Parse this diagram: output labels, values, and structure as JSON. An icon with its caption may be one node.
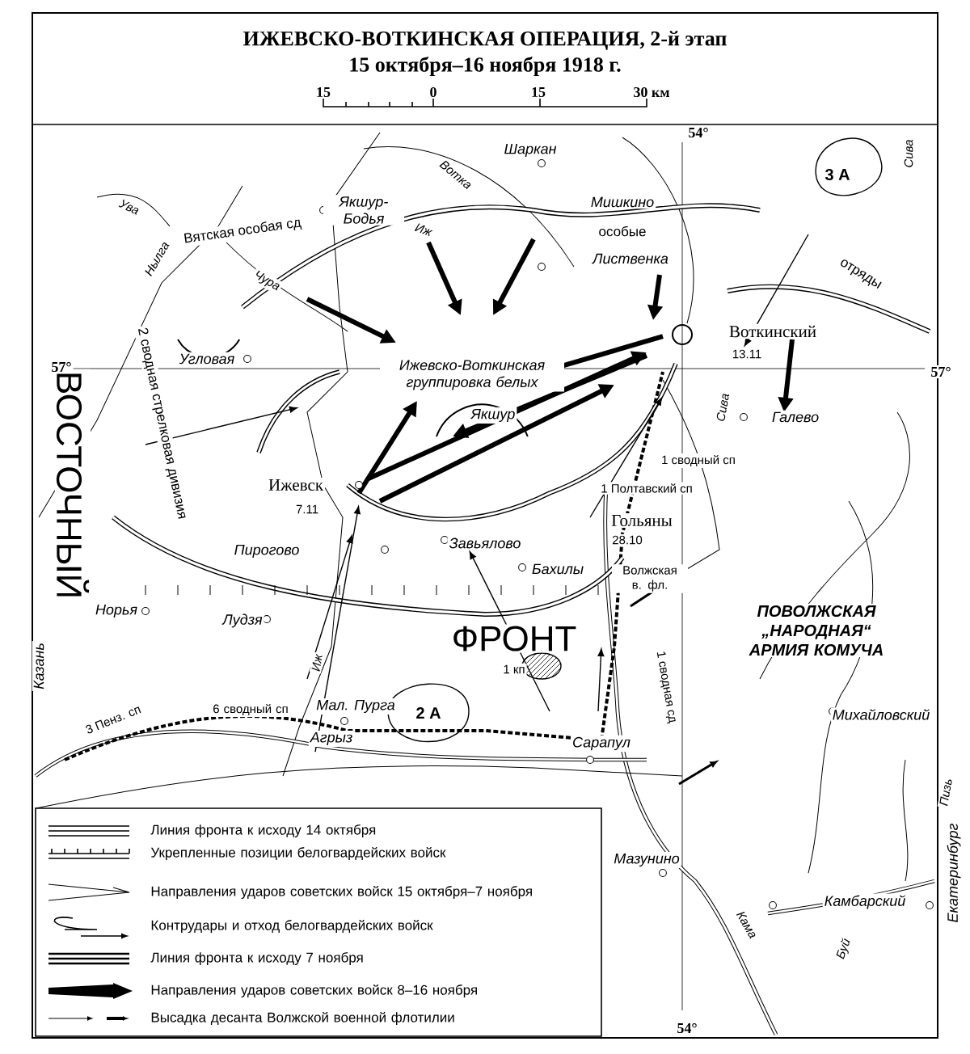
{
  "diagram": {
    "title": "ИЖЕВСКО-ВОТКИНСКАЯ ОПЕРАЦИЯ, 2-й этап",
    "labels": [
      "15 октября–16 ноября 1918 г.",
      "15",
      "0",
      "15",
      "30 км",
      "Шаркан",
      "54°",
      "3 А",
      "Сива",
      "Ува",
      "Вятская особая сд",
      "Вотка",
      "Якшур-Бодья",
      "Иж",
      "Мишкино",
      "особые",
      "отряды",
      "Лиственка",
      "Нылга",
      "Чура",
      "ВОСТОЧНЫЙ",
      "2 сводная стрелковая дивизия",
      "Угловая",
      "57°",
      "Ижевско-Воткинская группировка белых",
      "Воткинский",
      "13.11",
      "57°",
      "Якшур",
      "Галево",
      "Сива",
      "1 сводный сп",
      "Ижевск",
      "7.11",
      "1 Полтавский сп",
      "Гольяны",
      "28.10",
      "Пирогово",
      "Завьялово",
      "Бахилы",
      "Волжская в. фл.",
      "ПОВОЛЖСКАЯ „НАРОДНАЯ“ АРМИЯ КОМУЧА",
      "Норья",
      "Лудзя",
      "Иж",
      "ФРОНТ",
      "1 кп",
      "Казань",
      "6 сводный сп",
      "Мал. Пурга",
      "2 А",
      "3 Пенз. сп",
      "1 сводная сд",
      "Михайловский",
      "Агрыз",
      "Сарапул",
      "Пизь",
      "Екатеринбург",
      "Мазунино",
      "Камбарский",
      "Кама",
      "Буй",
      "54°"
    ],
    "legend": [
      {
        "text": "Линия фронта к исходу 14 октября"
      },
      {
        "text": "Укрепленные позиции белогвардейских войск"
      },
      {
        "text": "Направления ударов советских войск 15 октября–7 ноября"
      },
      {
        "text": "Контрудары и отход белогвардейских войск"
      },
      {
        "text": "Линия фронта к исходу 7 ноября"
      },
      {
        "text": "Направления ударов советских войск 8–16 ноября"
      },
      {
        "text": "Высадка десанта Волжской военной флотилии"
      }
    ]
  }
}
